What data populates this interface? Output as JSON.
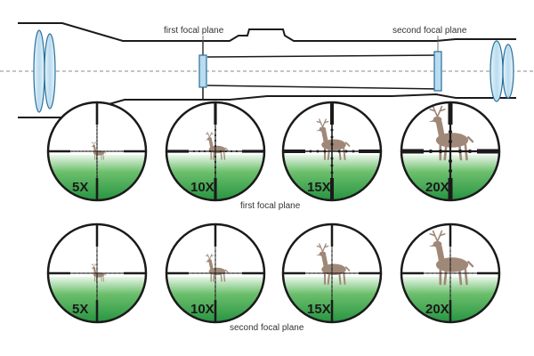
{
  "labels": {
    "ffp_top": "first focal plane",
    "sfp_top": "second focal plane",
    "ffp_row": "first focal plane",
    "sfp_row": "second focal plane"
  },
  "rows": [
    {
      "name": "first-focal-plane",
      "magnifications": [
        "5X",
        "10X",
        "15X",
        "20X"
      ],
      "deer_scale": [
        1,
        2,
        3,
        4
      ],
      "reticle_scale": [
        1,
        2,
        3,
        4
      ]
    },
    {
      "name": "second-focal-plane",
      "magnifications": [
        "5X",
        "10X",
        "15X",
        "20X"
      ],
      "deer_scale": [
        1,
        2,
        3,
        4
      ],
      "reticle_scale": [
        1,
        1,
        1,
        1
      ]
    }
  ],
  "colors": {
    "outline": "#1a1a1a",
    "lens_fill": "#cfe8f6",
    "lens_stroke": "#2a6f99",
    "axis": "#8a8a8a",
    "deer": "#a08878",
    "grass": "#3aa04a"
  }
}
